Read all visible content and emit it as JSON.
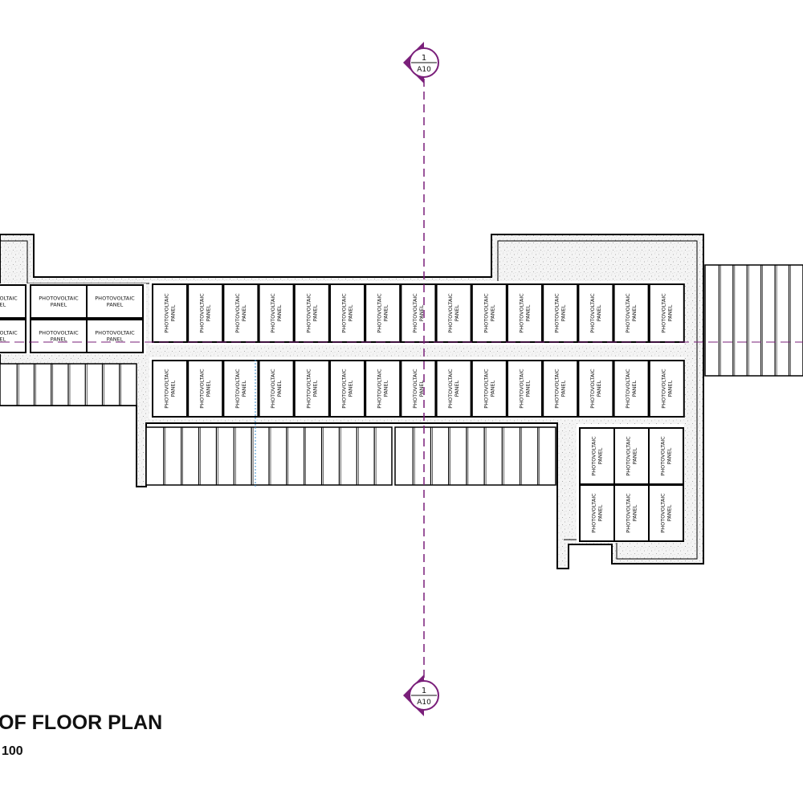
{
  "panel_label_line1": "PHOTOVOLTAIC",
  "panel_label_line2": "PANEL",
  "section_marker": {
    "number": "1",
    "sheet": "A10"
  },
  "view_title": "OF FLOOR PLAN",
  "view_scale": "100",
  "colors": {
    "section_line": "#7a1f7a",
    "gravel_fill": "#f0f0f0",
    "wall": "#000000",
    "grid_line_blue": "#3a8fd0"
  }
}
